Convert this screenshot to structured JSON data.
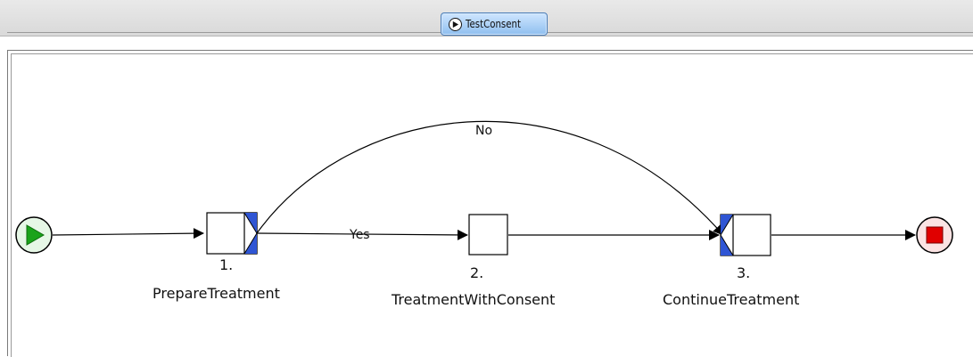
{
  "window": {
    "tab_title": "TestConsent",
    "tab_icon": "play-circle-icon"
  },
  "diagram": {
    "start_event": {
      "icon": "play-icon",
      "fill": "#e6f7e6",
      "accent": "#1aa31a"
    },
    "end_event": {
      "icon": "stop-icon",
      "fill": "#fbe3e3",
      "accent": "#e00000"
    },
    "tasks": [
      {
        "number": "1.",
        "name": "PrepareTreatment",
        "marker": "split"
      },
      {
        "number": "2.",
        "name": "TreatmentWithConsent",
        "marker": "none"
      },
      {
        "number": "3.",
        "name": "ContinueTreatment",
        "marker": "join"
      }
    ],
    "edges": [
      {
        "from": "start",
        "to": "PrepareTreatment",
        "label": ""
      },
      {
        "from": "PrepareTreatment",
        "to": "TreatmentWithConsent",
        "label": "Yes"
      },
      {
        "from": "PrepareTreatment",
        "to": "ContinueTreatment",
        "label": "No"
      },
      {
        "from": "TreatmentWithConsent",
        "to": "ContinueTreatment",
        "label": ""
      },
      {
        "from": "ContinueTreatment",
        "to": "end",
        "label": ""
      }
    ],
    "marker_color": "#2f55d4"
  }
}
